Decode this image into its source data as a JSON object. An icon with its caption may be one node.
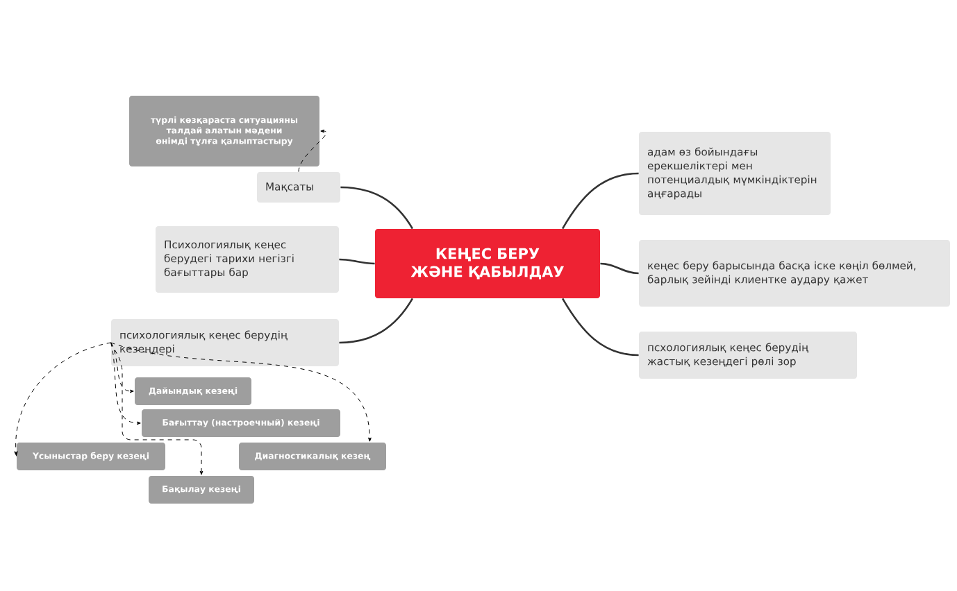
{
  "diagram": {
    "nodes": [
      {
        "text": [
          "КЕҢЕС БЕРУ ЖӘНЕ ҚАБЫЛДАУ"
        ]
      },
      {
        "text": [
          "Мақсаты"
        ]
      },
      {
        "text": [
          "Психологиялық кеңес берудегі тарихи негізгі бағыттары  бар"
        ]
      },
      {
        "text": [
          "психологиялық кеңес берудің кезеңдері"
        ]
      },
      {
        "text": [
          "адам өз бойындағы ерекшеліктері мен потенциалдық мүмкіндіктерін аңғарады"
        ]
      },
      {
        "text": [
          "кеңес беру барысында басқа іске көңіл бөлмей, барлық зейінді клиентке аудару қажет"
        ]
      },
      {
        "text": [
          "псхологиялық кеңес берудің жастық кезеңдегі рөлі зор"
        ]
      },
      {
        "text": [
          "түрлі көзқараста ситуацияны талдай алатын мәдени өнімді тұлға қалыптастыру"
        ]
      },
      {
        "text": [
          "Дайындық кезеңі"
        ]
      },
      {
        "text": [
          "Бағыттау (настроечный) кезеңі"
        ]
      },
      {
        "text": [
          "Үсыныстар беру кезеңі"
        ]
      },
      {
        "text": [
          "Диагностикалық кезең"
        ]
      },
      {
        "text": [
          "Бақылау кезеңі"
        ]
      }
    ],
    "edges": [
      {
        "from": 0,
        "to": 1,
        "arrow": "none"
      },
      {
        "from": 0,
        "to": 2,
        "arrow": "none"
      },
      {
        "from": 0,
        "to": 3,
        "arrow": "none"
      },
      {
        "from": 0,
        "to": 4,
        "arrow": "none"
      },
      {
        "from": 0,
        "to": 5,
        "arrow": "none"
      },
      {
        "from": 0,
        "to": 6,
        "arrow": "none"
      },
      {
        "from": 1,
        "to": 7,
        "arrow": "to",
        "style": "dashed"
      },
      {
        "from": 3,
        "to": 8,
        "arrow": "to",
        "style": "dashed"
      },
      {
        "from": 3,
        "to": 9,
        "arrow": "to",
        "style": "dashed"
      },
      {
        "from": 3,
        "to": 10,
        "arrow": "to",
        "style": "dashed"
      },
      {
        "from": 3,
        "to": 11,
        "arrow": "to",
        "style": "dashed"
      },
      {
        "from": 3,
        "to": 12,
        "arrow": "to",
        "style": "dashed"
      }
    ]
  }
}
